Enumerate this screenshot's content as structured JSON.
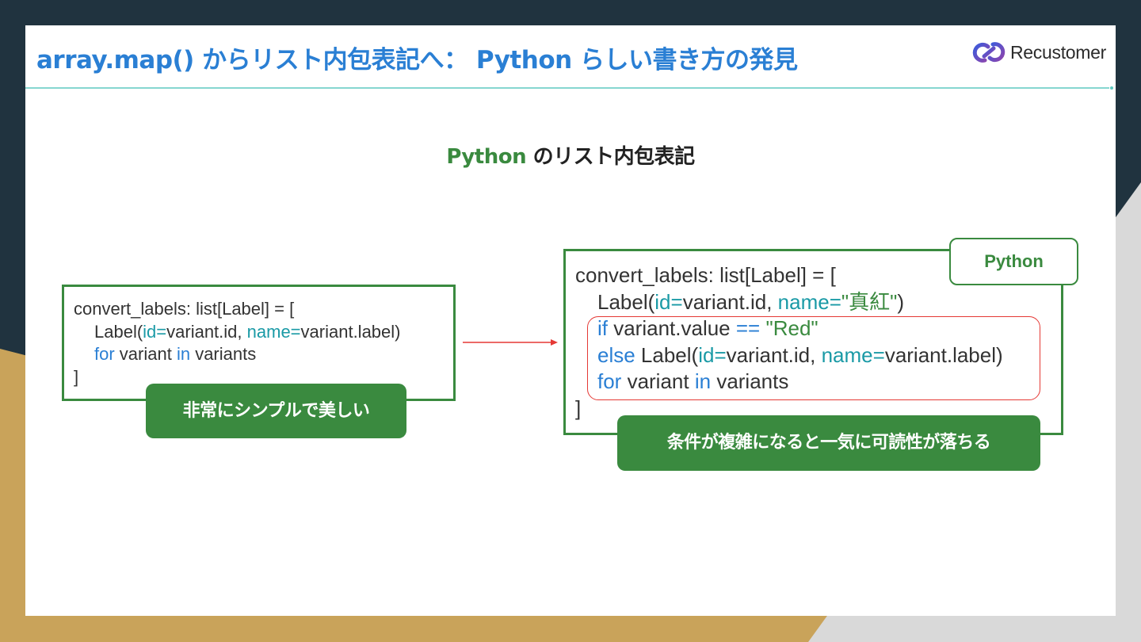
{
  "slide": {
    "title": "array.map() からリスト内包表記へ： Python らしい書き方の発見",
    "logo_text": "Recustomer",
    "subtitle_prefix": "Python",
    "subtitle_rest": " のリスト内包表記"
  },
  "left_code": {
    "line1": "convert_labels: list[Label] = [",
    "line2": {
      "func": "Label(",
      "id_kw": "id=",
      "id_val": "variant.id, ",
      "name_kw": "name=",
      "name_val": "variant.label)"
    },
    "line3": {
      "for": "for",
      "var": " variant ",
      "in": "in",
      "seq": " variants"
    },
    "line4": "]",
    "badge": "非常にシンプルで美しい"
  },
  "right_code": {
    "tag": "Python",
    "line1": "convert_labels: list[Label] = [",
    "line2": {
      "func": "Label(",
      "id_kw": "id=",
      "id_val": "variant.id, ",
      "name_kw": "name=",
      "name_str": "\"真紅\"",
      "close": ")"
    },
    "line3": {
      "if": "if",
      "cond": " variant.value ",
      "eq": "==",
      "str": " \"Red\""
    },
    "line4": {
      "else": "else",
      "func": " Label(",
      "id_kw": "id=",
      "id_val": "variant.id, ",
      "name_kw": "name=",
      "name_val": "variant.label)"
    },
    "line5": {
      "for": "for",
      "var": " variant ",
      "in": "in",
      "seq": " variants"
    },
    "line6": "]",
    "badge": "条件が複雑になると一気に可読性が落ちる"
  },
  "colors": {
    "title_blue": "#2a7fd4",
    "python_green": "#3a8a3f",
    "keyword_blue": "#2a7fd4",
    "arg_teal": "#1a9aa6",
    "highlight_red": "#e53935",
    "bg_navy": "#20333f",
    "bg_gold": "#c9a35a"
  },
  "icons": [
    "recustomer-logo-icon",
    "arrow-right-icon"
  ]
}
